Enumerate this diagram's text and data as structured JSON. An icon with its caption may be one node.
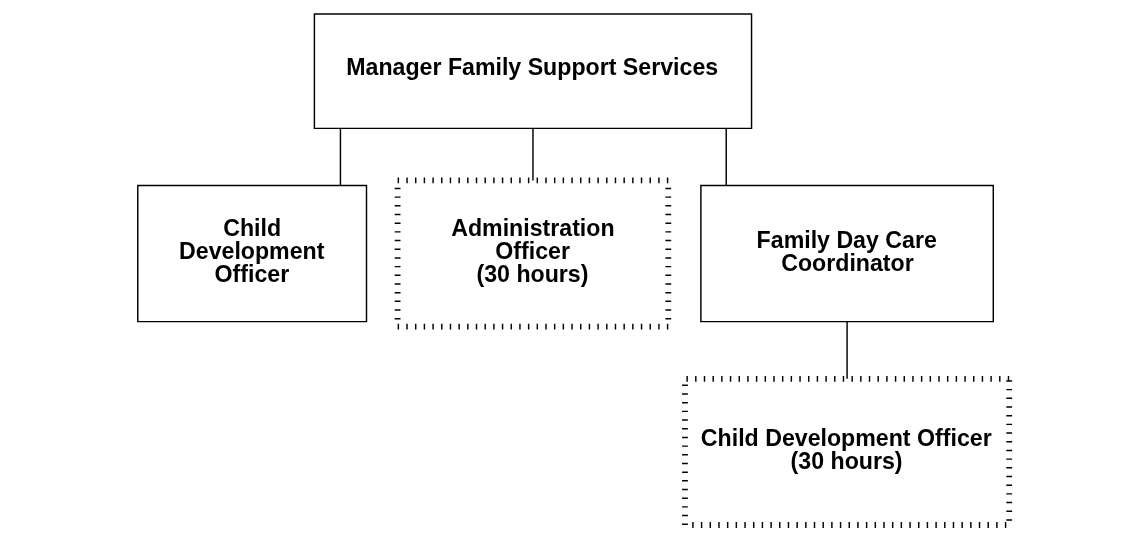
{
  "diagram": {
    "nodes": [
      {
        "text": [
          "Manager Family Support Services"
        ]
      },
      {
        "text": [
          "Child Development Officer"
        ]
      },
      {
        "text": [
          "Administration Officer",
          "(30 hours)"
        ]
      },
      {
        "text": [
          "Family Day Care Coordinator"
        ]
      },
      {
        "text": [
          "Child Development Officer",
          "(30 hours)"
        ]
      }
    ],
    "edges": [
      {
        "from": 0,
        "to": 1,
        "arrow": "none"
      },
      {
        "from": 0,
        "to": 2,
        "arrow": "none"
      },
      {
        "from": 0,
        "to": 3,
        "arrow": "none"
      },
      {
        "from": 3,
        "to": 4,
        "arrow": "none"
      }
    ]
  }
}
